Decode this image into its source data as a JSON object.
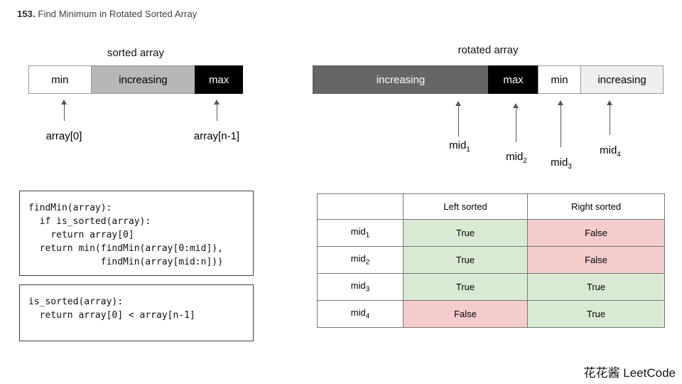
{
  "title": {
    "number": "153.",
    "text": "Find Minimum in Rotated Sorted Array"
  },
  "sorted_array": {
    "caption": "sorted array",
    "segments": [
      {
        "label": "min",
        "variant": "white"
      },
      {
        "label": "increasing",
        "variant": "gray"
      },
      {
        "label": "max",
        "variant": "black"
      }
    ],
    "pointers": [
      {
        "label": "array[0]"
      },
      {
        "label": "array[n-1]"
      }
    ]
  },
  "rotated_array": {
    "caption": "rotated array",
    "segments": [
      {
        "label": "increasing",
        "variant": "darkgray"
      },
      {
        "label": "max",
        "variant": "black"
      },
      {
        "label": "min",
        "variant": "white"
      },
      {
        "label": "increasing",
        "variant": "lightgray"
      }
    ],
    "mids": [
      {
        "base": "mid",
        "sub": "1"
      },
      {
        "base": "mid",
        "sub": "2"
      },
      {
        "base": "mid",
        "sub": "3"
      },
      {
        "base": "mid",
        "sub": "4"
      }
    ]
  },
  "code_blocks": [
    {
      "code": "findMin(array):\n  if is_sorted(array):\n    return array[0]\n  return min(findMin(array[0:mid]),\n             findMin(array[mid:n]))"
    },
    {
      "code": "is_sorted(array):\n  return array[0] < array[n-1]"
    }
  ],
  "table": {
    "headers": [
      "",
      "Left sorted",
      "Right sorted"
    ],
    "rows": [
      {
        "label_base": "mid",
        "label_sub": "1",
        "cells": [
          {
            "text": "True",
            "state": "true"
          },
          {
            "text": "False",
            "state": "false"
          }
        ]
      },
      {
        "label_base": "mid",
        "label_sub": "2",
        "cells": [
          {
            "text": "True",
            "state": "true"
          },
          {
            "text": "False",
            "state": "false"
          }
        ]
      },
      {
        "label_base": "mid",
        "label_sub": "3",
        "cells": [
          {
            "text": "True",
            "state": "true"
          },
          {
            "text": "True",
            "state": "true"
          }
        ]
      },
      {
        "label_base": "mid",
        "label_sub": "4",
        "cells": [
          {
            "text": "False",
            "state": "false"
          },
          {
            "text": "True",
            "state": "true"
          }
        ]
      }
    ],
    "colors": {
      "true_bg": "#d9ead3",
      "false_bg": "#f4cccc"
    }
  },
  "colors": {
    "bar_gray": "#b7b7b7",
    "bar_darkgray": "#666666",
    "bar_lightgray": "#efefef",
    "bar_black": "#000000"
  },
  "footer": {
    "brand": "花花酱 LeetCode"
  }
}
